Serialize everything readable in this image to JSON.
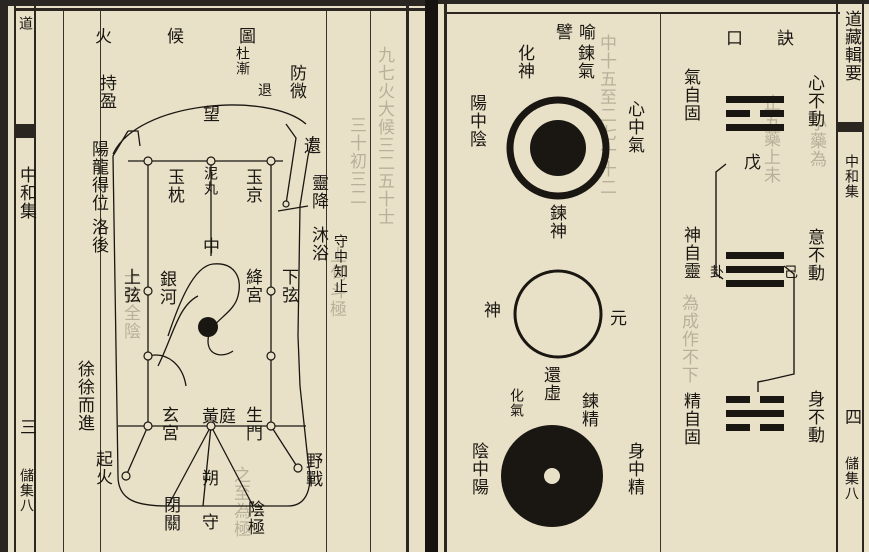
{
  "left_page": {
    "margin_title": "道",
    "margin_chapter": "中和集",
    "margin_juan": "三",
    "margin_set": "儲集八",
    "diagram": {
      "title": "火候圖",
      "labels": {
        "du_jian": "杜漸",
        "fang_wei": "防微",
        "tui": "退",
        "chi_ying": "持盈",
        "yang_long": "陽龍得位",
        "luo_hou": "洛後",
        "wang": "望",
        "huan": "還",
        "ling_jiang": "靈降",
        "mu_yu": "沐浴",
        "shou_zhong": "守中知止",
        "yu_zhen": "玉枕",
        "ni_wan": "泥丸",
        "yu_jing": "玉京",
        "zhong": "中",
        "shang_xian": "上弦",
        "yin_he": "銀河",
        "jiang_gong": "絳宮",
        "xia_xian": "下弦",
        "xu_xu": "徐徐而進",
        "qi_huo": "起火",
        "xuan_gong": "玄宮",
        "jie_zhen": "黃庭",
        "sheng_men": "生門",
        "shuo": "朔",
        "shou": "守",
        "ye_zhan": "野戰",
        "bi_guan": "閉關",
        "yin_ji": "陰極"
      }
    },
    "bleed_columns": [
      "九七火大候三二五十士",
      "三十初三二",
      "中十五至二七十十二",
      "上旬斗極",
      "之至為極",
      "止五藥上未",
      "為成作不下",
      "小藥為",
      "十日全陰"
    ]
  },
  "right_page": {
    "margin_title": "道藏輯要",
    "margin_chapter": "中和集",
    "margin_juan": "四",
    "margin_set": "儲集八",
    "diagram": {
      "title": "譬喻",
      "lian_qi": "鍊氣",
      "hua_shen": "化神",
      "yang_zhong_yin": "陽中陰",
      "xin_zhong_qi": "心中氣",
      "lian_shen": "鍊神",
      "shen": "神",
      "yuan": "元",
      "huan_xu": "還虛",
      "hua_qi": "化氣",
      "lian_jing": "鍊精",
      "yin_zhong_yang": "陰中陽",
      "shen_zhong_jing": "身中精"
    },
    "kou_jue": {
      "title": "口訣",
      "qi_zi_gu": "氣自固",
      "shen_zi_ling": "神自靈",
      "jing_zi_gu": "精自固",
      "xin_bu_dong": "心不動",
      "yi_bu_dong": "意不動",
      "shen_bu_dong": "身不動",
      "wu": "戊",
      "ji": "己",
      "gua_mark": "卦"
    }
  }
}
